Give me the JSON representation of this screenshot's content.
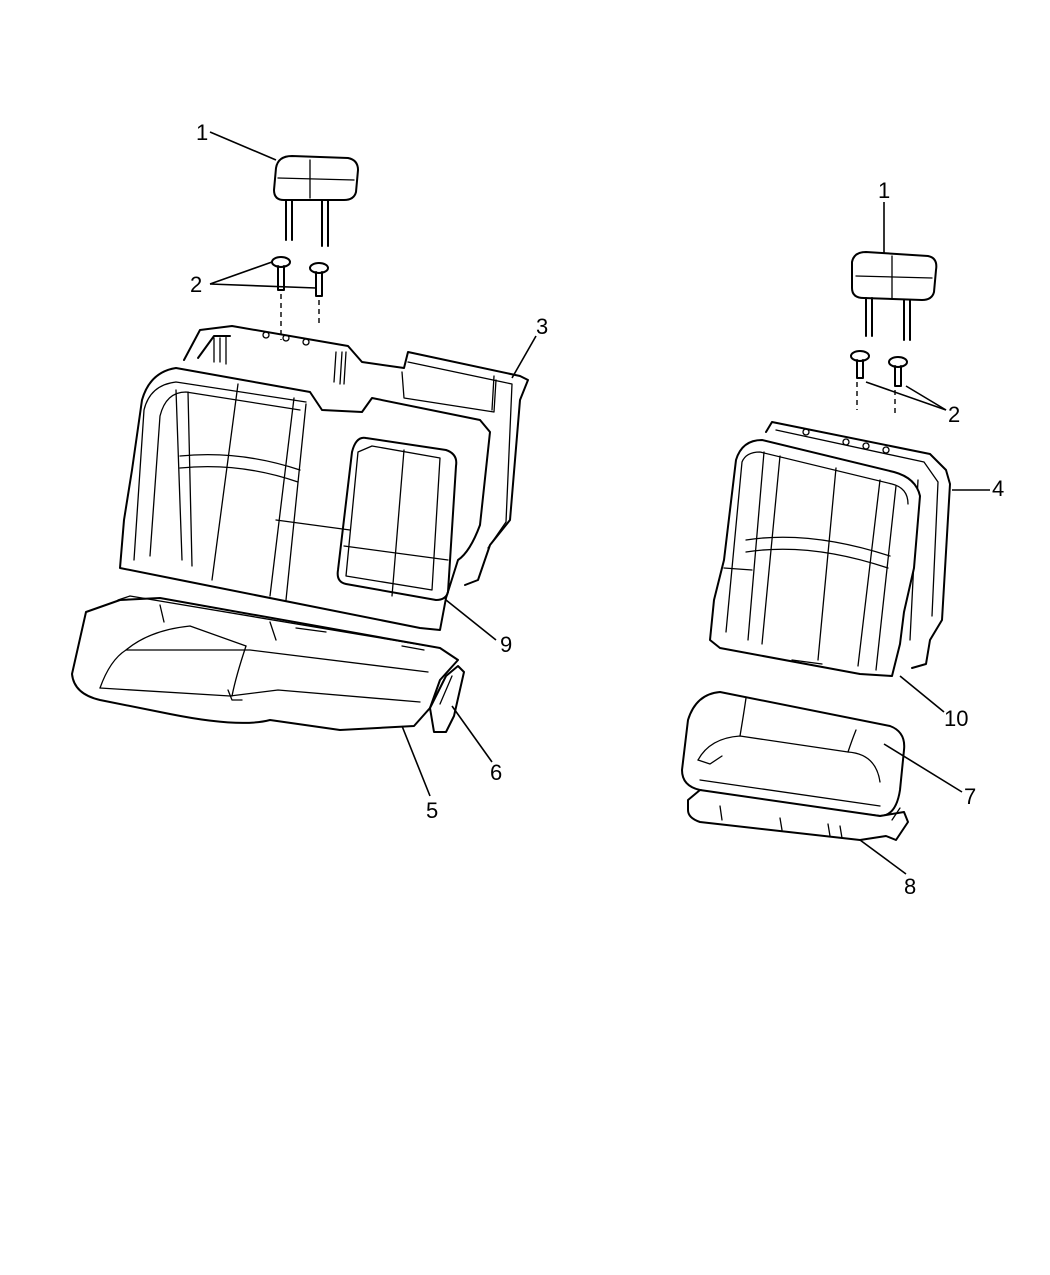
{
  "callouts": {
    "c1_left": "1",
    "c2_left": "2",
    "c3": "3",
    "c9": "9",
    "c6": "6",
    "c5": "5",
    "c1_right": "1",
    "c2_right": "2",
    "c4": "4",
    "c10": "10",
    "c7": "7",
    "c8": "8"
  }
}
